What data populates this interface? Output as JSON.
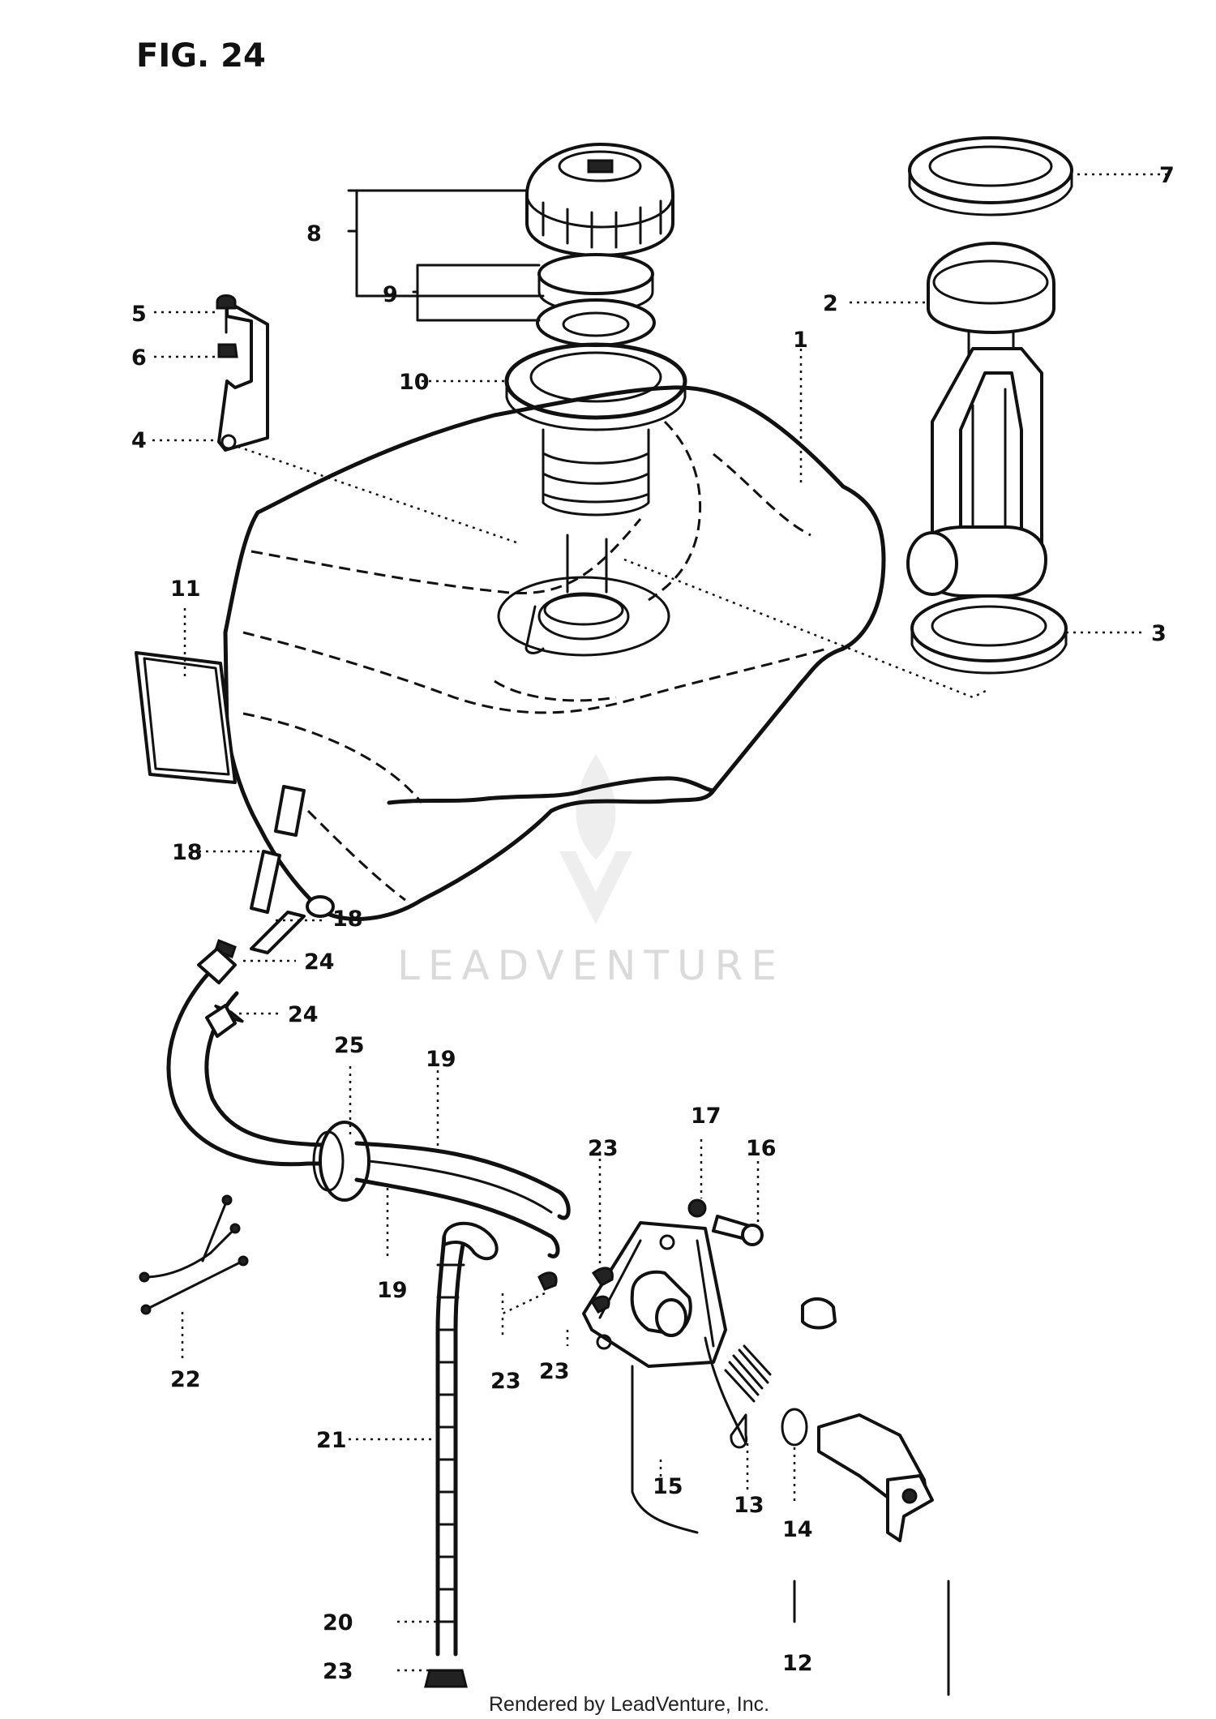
{
  "figure": {
    "title": "FIG. 24",
    "footer": "Rendered by LeadVenture, Inc.",
    "watermark": "LEADVENTURE"
  },
  "callouts": {
    "c1": "1",
    "c2": "2",
    "c3": "3",
    "c4": "4",
    "c5": "5",
    "c6": "6",
    "c7": "7",
    "c8": "8",
    "c9": "9",
    "c10": "10",
    "c11": "11",
    "c12": "12",
    "c13": "13",
    "c14": "14",
    "c15": "15",
    "c16": "16",
    "c17": "17",
    "c18a": "18",
    "c18b": "18",
    "c19a": "19",
    "c19b": "19",
    "c20": "20",
    "c21": "21",
    "c22": "22",
    "c23a": "23",
    "c23b": "23",
    "c23c": "23",
    "c23d": "23",
    "c23e": "23",
    "c24a": "24",
    "c24b": "24",
    "c25": "25"
  },
  "colors": {
    "ink": "#111111",
    "paper": "#ffffff",
    "watermark": "#dadada"
  }
}
